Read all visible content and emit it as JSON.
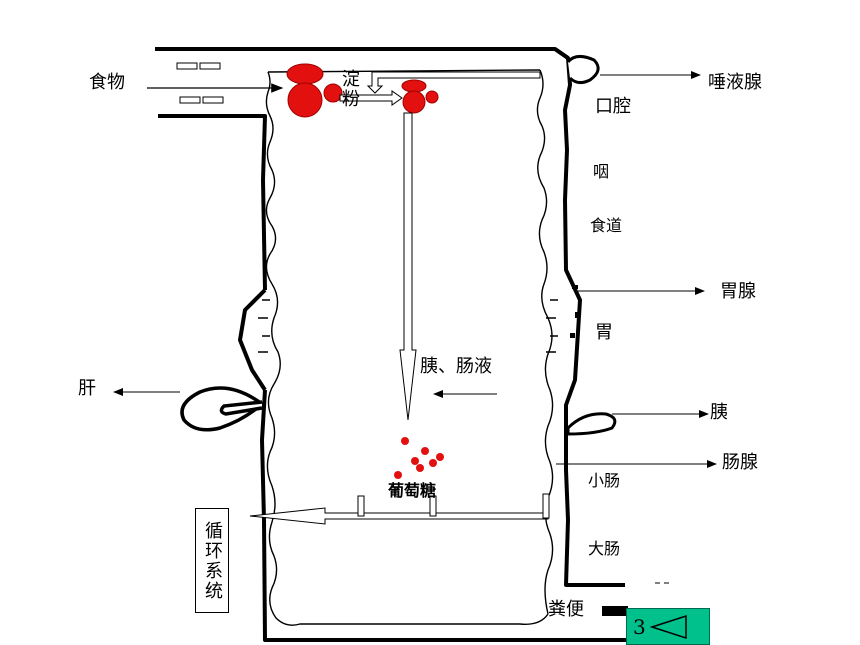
{
  "labels": {
    "food": "食物",
    "starch": "淀粉",
    "salivary_gland": "唾液腺",
    "oral_cavity": "口腔",
    "pharynx": "咽",
    "esophagus": "食道",
    "gastric_gland": "胃腺",
    "stomach": "胃",
    "liver": "肝",
    "pancreatic_intestinal_juice": "胰、肠液",
    "pancreas": "胰",
    "intestinal_gland": "肠腺",
    "small_intestine": "小肠",
    "glucose": "葡萄糖",
    "circulatory_system": "循环系统",
    "large_intestine": "大肠",
    "feces": "粪便"
  },
  "nav": {
    "number": "3",
    "icon": "back-triangle-icon"
  },
  "colors": {
    "molecule": "#e31010",
    "nav_bg": "#00c08c"
  }
}
